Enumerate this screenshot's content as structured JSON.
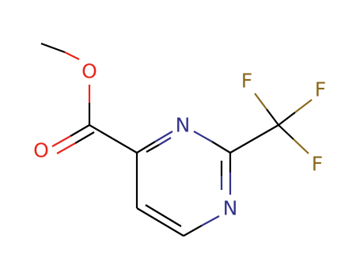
{
  "molecule": {
    "atoms": {
      "methyl_oxygen": {
        "label": "O",
        "color": "#e8261c"
      },
      "carbonyl_oxygen": {
        "label": "O",
        "color": "#e8261c"
      },
      "ring_nitrogen_3": {
        "label": "N",
        "color": "#33338a"
      },
      "ring_nitrogen_1": {
        "label": "N",
        "color": "#33338a"
      },
      "fluorine_1": {
        "label": "F",
        "color": "#8a6a1e"
      },
      "fluorine_2": {
        "label": "F",
        "color": "#8a6a1e"
      },
      "fluorine_3": {
        "label": "F",
        "color": "#8a6a1e"
      }
    },
    "colors": {
      "carbon_bond": "#000000",
      "oxygen": "#e8261c",
      "nitrogen": "#33338a",
      "fluorine": "#8a6a1e"
    }
  }
}
